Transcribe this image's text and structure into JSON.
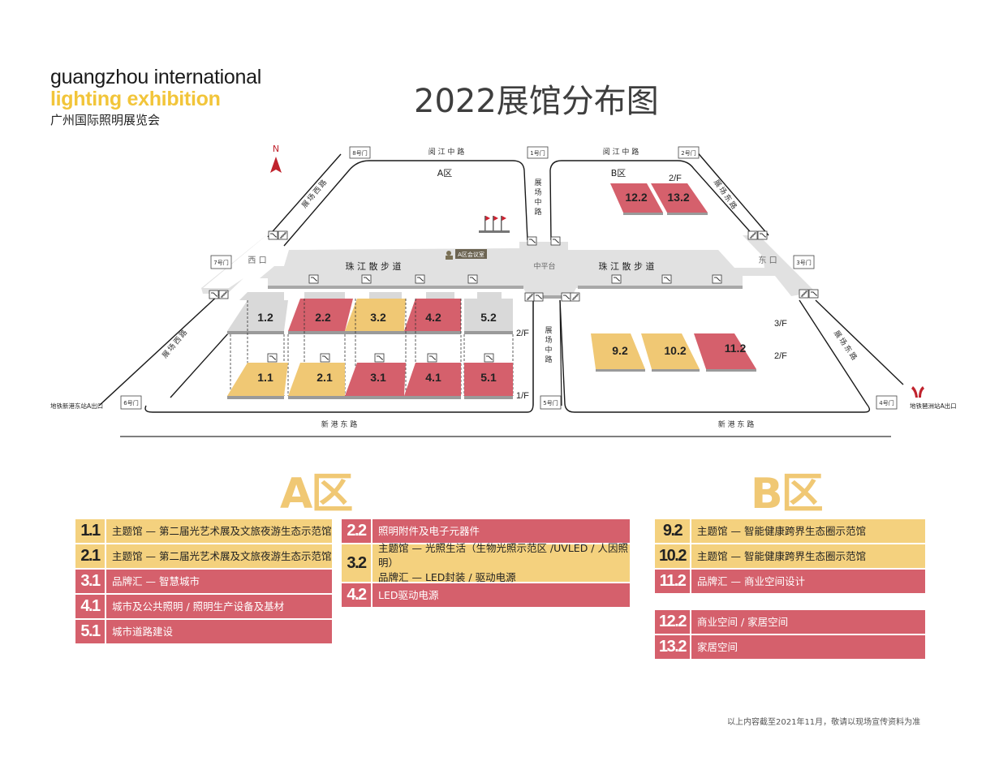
{
  "logo": {
    "line1": "guangzhou international",
    "line2": "lighting exhibition",
    "line3": "广州国际照明展览会"
  },
  "title": "2022展馆分布图",
  "colors": {
    "theme_yellow": "#f4d17e",
    "brand_red": "#d5606c",
    "gray_hall": "#d9d9d9",
    "logo_yellow": "#f2c53a",
    "heading_yellow": "#f0c874"
  },
  "map": {
    "compass": "N",
    "zones": {
      "a": "A区",
      "b": "B区"
    },
    "roads": {
      "north_a": "阅 江 中 路",
      "north_b": "阅 江 中 路",
      "south_a": "新 港 东 路",
      "south_b": "新 港 东 路",
      "west": "展场西路",
      "west_lower": "展场西路",
      "east": "展场东路",
      "east_lower": "展场东路",
      "middle_upper": [
        "展",
        "场",
        "中",
        "路"
      ],
      "middle_lower": [
        "展",
        "场",
        "中",
        "路"
      ]
    },
    "gates": [
      "1号门",
      "2号门",
      "3号门",
      "4号门",
      "5号门",
      "6号门",
      "7号门",
      "8号门"
    ],
    "walkway": {
      "west": "珠 江 散 步 道",
      "east": "珠 江 散 步 道"
    },
    "areas": {
      "west_entry": "西 口",
      "east_entry": "东 口",
      "middle_platform": "中平台",
      "meeting": "A区会议室"
    },
    "metro": {
      "west": "地铁新港东站A出口",
      "east": "地铁琶洲站A出口"
    },
    "floors": {
      "a_2f": "2/F",
      "a_1f": "1/F",
      "b_top_2f": "2/F",
      "b_3f": "3/F",
      "b_2f": "2/F"
    },
    "halls_a_2f": [
      {
        "id": "1.2",
        "color": "gray"
      },
      {
        "id": "2.2",
        "color": "red"
      },
      {
        "id": "3.2",
        "color": "yellow"
      },
      {
        "id": "4.2",
        "color": "red"
      },
      {
        "id": "5.2",
        "color": "gray"
      }
    ],
    "halls_a_1f": [
      {
        "id": "1.1",
        "color": "yellow"
      },
      {
        "id": "2.1",
        "color": "yellow"
      },
      {
        "id": "3.1",
        "color": "red"
      },
      {
        "id": "4.1",
        "color": "red"
      },
      {
        "id": "5.1",
        "color": "red"
      }
    ],
    "halls_b_north": [
      {
        "id": "12.2",
        "color": "red"
      },
      {
        "id": "13.2",
        "color": "red"
      }
    ],
    "halls_b_south": [
      {
        "id": "9.2",
        "color": "yellow"
      },
      {
        "id": "10.2",
        "color": "yellow"
      },
      {
        "id": "11.2",
        "color": "red"
      }
    ]
  },
  "zone_headings": {
    "a": "A区",
    "b": "B区"
  },
  "legend": {
    "a_col1": [
      {
        "num": "1.1",
        "lines": [
          "主题馆 — 第二届光艺术展及文旅夜游生态示范馆"
        ],
        "color": "y"
      },
      {
        "num": "2.1",
        "lines": [
          "主题馆 — 第二届光艺术展及文旅夜游生态示范馆"
        ],
        "color": "y"
      },
      {
        "num": "3.1",
        "lines": [
          "品牌汇 — 智慧城市"
        ],
        "color": "r"
      },
      {
        "num": "4.1",
        "lines": [
          "城市及公共照明 / 照明生产设备及基材"
        ],
        "color": "r"
      },
      {
        "num": "5.1",
        "lines": [
          "城市道路建设"
        ],
        "color": "r"
      }
    ],
    "a_col2": [
      {
        "num": "2.2",
        "lines": [
          "照明附件及电子元器件"
        ],
        "color": "r"
      },
      {
        "num": "3.2",
        "lines": [
          "主题馆 — 光照生活（生物光照示范区 /UVLED / 人因照明）",
          "品牌汇 — LED封装 / 驱动电源"
        ],
        "color": "y"
      },
      {
        "num": "4.2",
        "lines": [
          "LED驱动电源"
        ],
        "color": "r"
      }
    ],
    "b_group1": [
      {
        "num": "9.2",
        "lines": [
          "主题馆 — 智能健康跨界生态圈示范馆"
        ],
        "color": "y"
      },
      {
        "num": "10.2",
        "lines": [
          "主题馆 — 智能健康跨界生态圈示范馆"
        ],
        "color": "y"
      },
      {
        "num": "11.2",
        "lines": [
          "品牌汇 — 商业空间设计"
        ],
        "color": "r"
      }
    ],
    "b_group2": [
      {
        "num": "12.2",
        "lines": [
          "商业空间 / 家居空间"
        ],
        "color": "r"
      },
      {
        "num": "13.2",
        "lines": [
          "家居空间"
        ],
        "color": "r"
      }
    ]
  },
  "footnote": "以上内容截至2021年11月，敬请以现场宣传资料为准"
}
